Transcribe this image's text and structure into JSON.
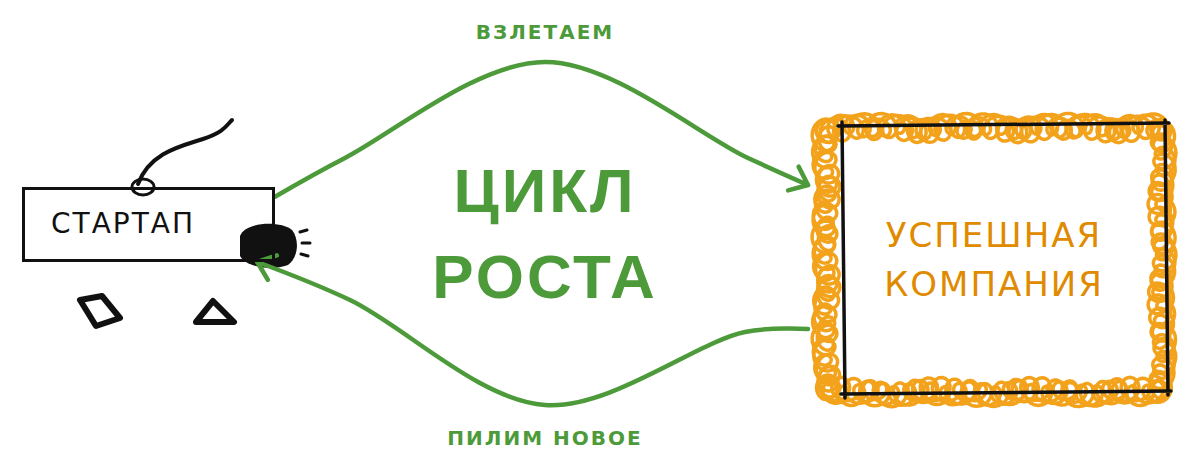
{
  "diagram": {
    "nodes": [
      {
        "text": [
          "СТАРТАП"
        ]
      },
      {
        "text": [
          "УСПЕШНАЯ КОМПАНИЯ"
        ]
      }
    ],
    "edges": [
      {
        "from": 0,
        "to": 1,
        "label": "ВЗЛЕТАЕМ",
        "arrow": "to"
      },
      {
        "from": 1,
        "to": 0,
        "label": "ПИЛИМ НОВОЕ",
        "arrow": "to"
      }
    ],
    "labels": [
      "ЦИКЛ РОСТА"
    ]
  }
}
